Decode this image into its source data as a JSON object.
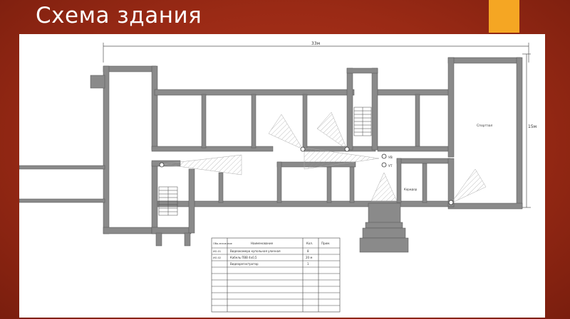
{
  "slide": {
    "title": "Схема здания",
    "accent_color": "#f5a623",
    "background_color": "#9a2a15"
  },
  "plan": {
    "overall_dimension": "33м",
    "right_dimension": "15м",
    "room_labels": {
      "large_room": "Спортзал",
      "corridor_room": "Коридор"
    },
    "markers": {
      "marker_a": "УВ",
      "marker_b": "УТ"
    }
  },
  "legend_table": {
    "headers": {
      "col1": "Обо-значе-ние",
      "col2": "Наименование",
      "col3": "Кол.",
      "col4": "Прим."
    },
    "row_labels": [
      "ИО-01",
      "ИО-02"
    ],
    "rows": [
      {
        "name": "Видеокамера купольная уличная",
        "qty": "8",
        "note": ""
      },
      {
        "name": "Кабель ПВВ 4х0,5",
        "qty": "20 м",
        "note": ""
      },
      {
        "name": "Видеорегистратор",
        "qty": "1",
        "note": ""
      }
    ]
  }
}
